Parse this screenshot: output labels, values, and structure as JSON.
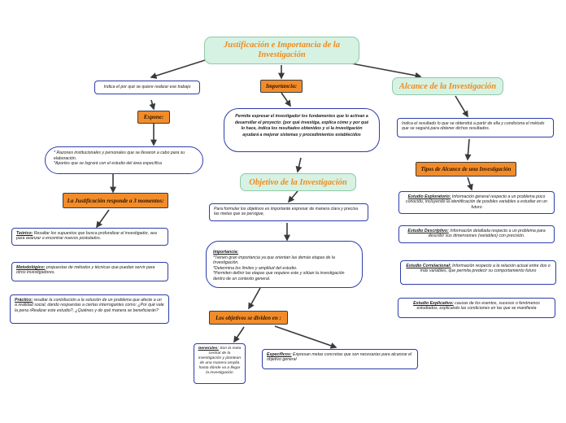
{
  "title": "Justificación e Importancia de la Investigación",
  "left": {
    "question": "Indica el por qué se quiere realizar ese trabajo",
    "expone": "Expone:",
    "reasons": "* Razones institucionales y personales que se llevaron a cabo para su elaboración.\n*Aportes que se lograrà con el estudio del área específica",
    "moments_label": "La Justificación responde a 3 momentos:",
    "teorico_term": "Teórico:",
    "teorico_text": " Resaltar los supuestos que busca profundizar el investigador, sea para avanzar o encontrar nuevos postulados.",
    "metodologico_term": "Metodológico:",
    "metodologico_text": " propuestas de métodos y técnicas que puedan servir para otros investigadores.",
    "practico_term": "Práctico:",
    "practico_text": " resaltar la contribución a la solución de un problema que afecte a un a realidad social, dando respuestas a ciertas interrogantes como: ¿Por qué vale la pena rRealizar este estudio?, ¿Quiénes y de qué manera se beneficiarán?"
  },
  "middle": {
    "importancia_label": "Importancia:",
    "importancia_text": "Permite expresar el investigador los fundamentos que lo activan a desarrollar el proyecto: (por qué investiga, explica cómo y por qué lo hace, indica los resultados obtenidos y si la investigación ayudará a mejorar sistemas y procedimientos establecidos",
    "objetivo_title": "Objetivo de la Investigación",
    "objetivo_text": "Para formular los objetivos es importante expresar de manera clara y precisa las metas que se persigue,",
    "obj_importancia_term": "Importancia:",
    "obj_importancia_text": "*Tienen gran importancia ya que orientan las demás etapas de la Investigación.\n*Determina los límites y amplitud del estudio.\n*Permiten definir las etapas que requiere este y sitúan la investigación dentro de un contexto general.",
    "dividen_label": "Los objetivos se dividen en :",
    "generales_term": "Generales:",
    "generales_text": " Son la meta central de la investigación y plantean de una manera amplia hasta dónde va a llegar la investigación",
    "especificos_term": "Específicos:",
    "especificos_text": " Expresan metas concretas que son necesarias para alcanzar el objetivo general"
  },
  "right": {
    "alcance_title": "Alcance de la Investigación",
    "alcance_text": "Indica el resultado lo que se obtendrá a partir de ella y condiciona el método que se seguirá para obtener dichos resultados.",
    "tipos_label": "Tipos de Alcance de una Investigación",
    "exploratorio_term": "Estudio Exploratorio:",
    "exploratorio_text": " Información general respecto a un problema poco conocido, incluyendo la identificación de posibles variables a estudiar en un futuro",
    "descriptivo_term": "Estudio Descriptivo:",
    "descriptivo_text": " Información detallada respecto a un problema para describir sus dimensiones (variables) con precisión.",
    "correlacional_term": "Estudio Correlacional:",
    "correlacional_text": " Información respecto a la relación actual entre dos o más variables, que permita predecir su comportamiento futuro",
    "explicativo_term": "Estudio Explicativo:",
    "explicativo_text": " causas de los eventos, sucesos o fenómenos estudiados, explicando las condiciones en las que se manifiesta"
  },
  "colors": {
    "title_text": "#f08a1c",
    "green_fill": "#d6f2e3",
    "orange_fill": "#f28c2a",
    "box_border": "#2e3da8",
    "connector": "#3a3a3a"
  }
}
